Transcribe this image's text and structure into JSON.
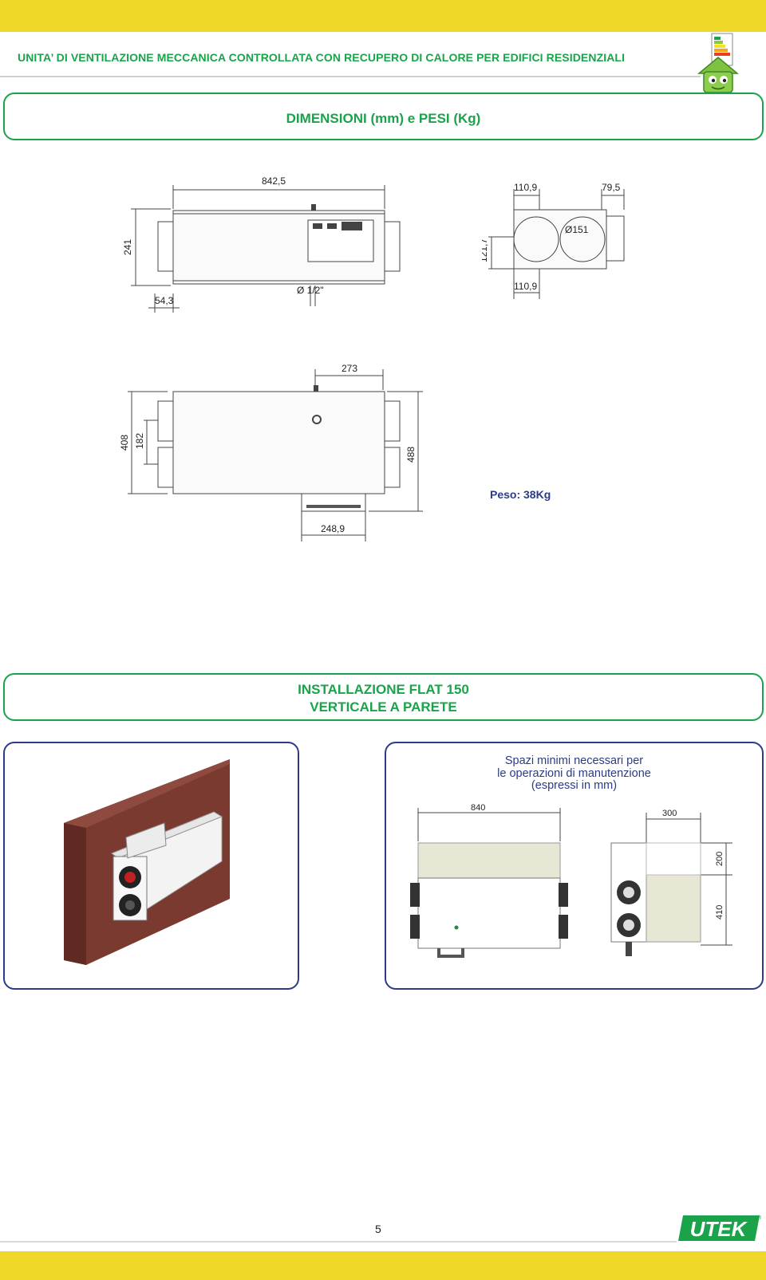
{
  "header": {
    "title": "UNITA’ DI VENTILAZIONE MECCANICA CONTROLLATA CON RECUPERO DI CALORE PER EDIFICI RESIDENZIALI"
  },
  "sections": {
    "dimensions_title": "DIMENSIONI (mm) e PESI (Kg)",
    "install_title_line1": "INSTALLAZIONE FLAT 150",
    "install_title_line2": "VERTICALE A PARETE"
  },
  "drawings": {
    "top_view": {
      "width": "842,5",
      "height": "241",
      "spigot": "54,3",
      "drain": "Ø 1/2\""
    },
    "side_view": {
      "top_left": "110,9",
      "top_right": "79,5",
      "diameter": "Ø151",
      "height": "121,7",
      "bottom": "110,9"
    },
    "front_view": {
      "top": "273",
      "left_outer": "408",
      "left_inner": "182",
      "right": "488",
      "bottom": "248,9"
    },
    "weight": "Peso: 38Kg"
  },
  "maintenance": {
    "line1": "Spazi minimi necessari per",
    "line2": "le operazioni di manutenzione",
    "line3": "(espressi in mm)",
    "dim_width": "840",
    "dim_side": "300",
    "dim_top": "200",
    "dim_bottom": "410"
  },
  "footer": {
    "page_number": "5",
    "logo_text": "UTEK",
    "registered": "®"
  },
  "colors": {
    "yellow": "#f0d828",
    "green": "#1aa34a",
    "navy": "#2b3b86",
    "wall": "#7a3a30"
  }
}
